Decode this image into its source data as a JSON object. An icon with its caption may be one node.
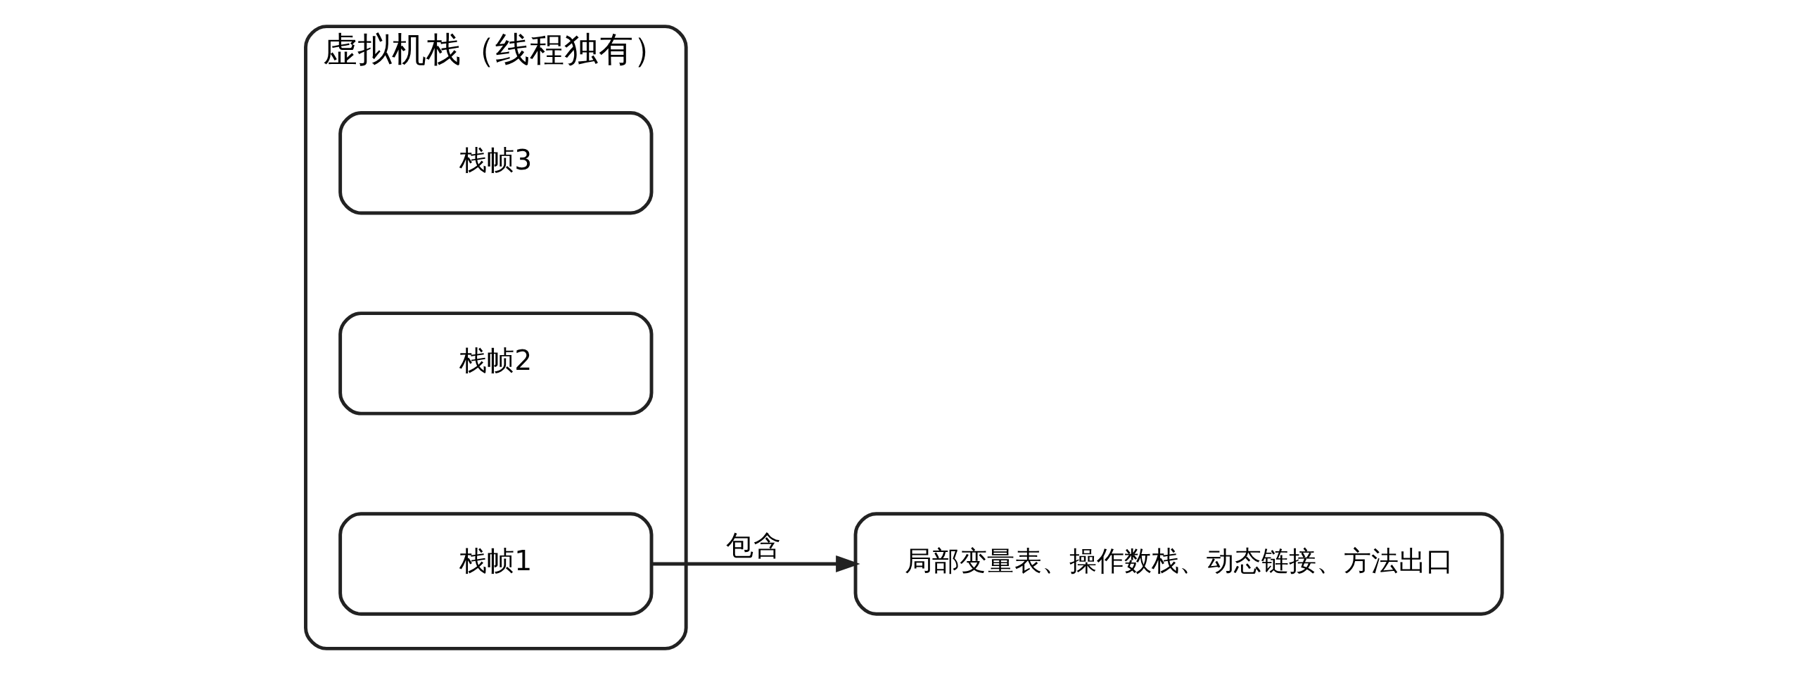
{
  "diagram": {
    "nodes": [
      {
        "text": [
          "虚拟机栈（线程独有）"
        ]
      },
      {
        "text": [
          "栈帧1"
        ],
        "in": 0
      },
      {
        "text": [
          "栈帧2"
        ],
        "in": 0
      },
      {
        "text": [
          "栈帧3"
        ],
        "in": 0
      },
      {
        "text": [
          "局部变量表、操作数栈、动态链接、方法出口"
        ]
      }
    ],
    "edges": [
      {
        "from": 1,
        "to": 4,
        "arrow": "to",
        "label": "包含"
      }
    ]
  }
}
